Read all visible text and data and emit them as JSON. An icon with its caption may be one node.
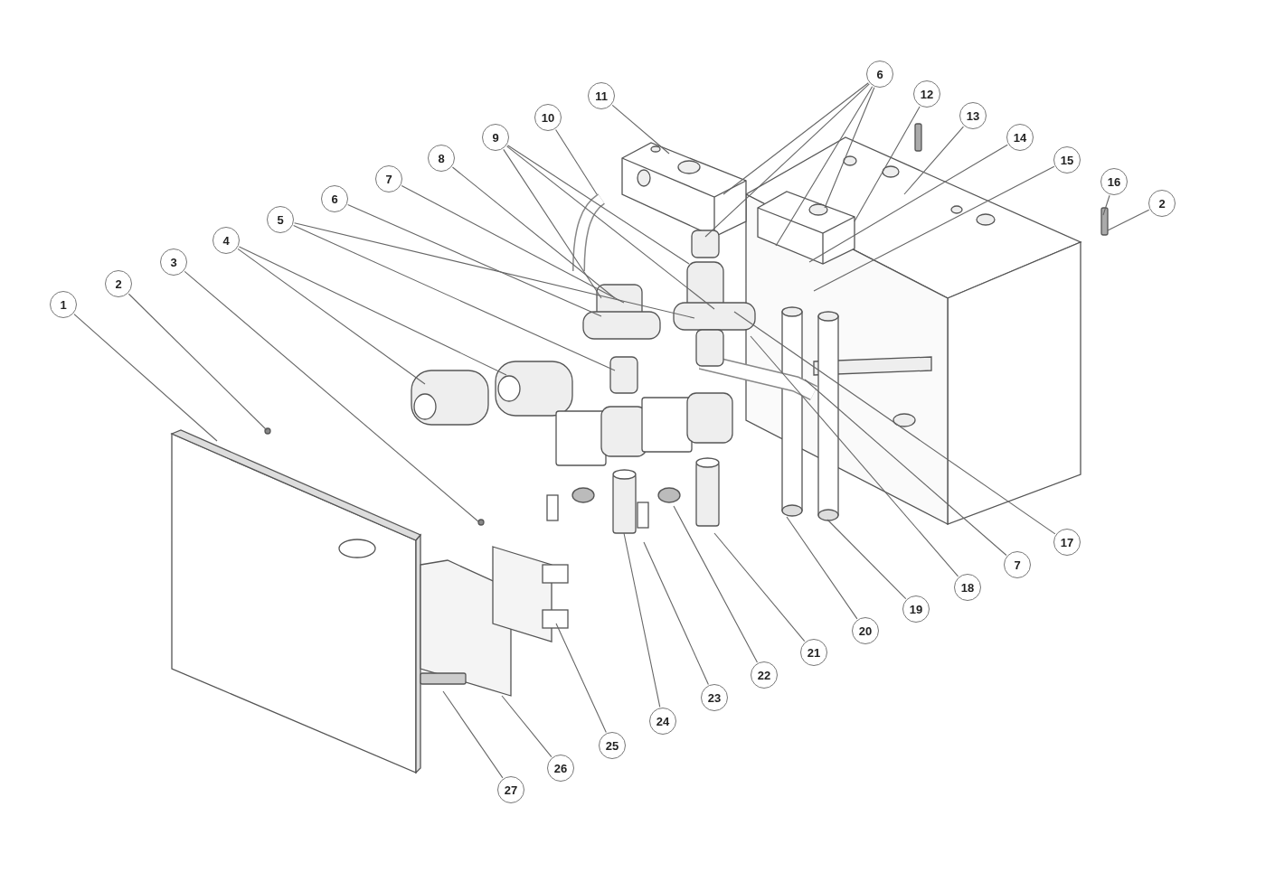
{
  "diagram": {
    "nodes": [
      {
        "text": [
          "1"
        ]
      },
      {
        "text": [
          "2"
        ]
      },
      {
        "text": [
          "3"
        ]
      },
      {
        "text": [
          "4"
        ]
      },
      {
        "text": [
          "5"
        ]
      },
      {
        "text": [
          "6"
        ]
      },
      {
        "text": [
          "7"
        ]
      },
      {
        "text": [
          "8"
        ]
      },
      {
        "text": [
          "9"
        ]
      },
      {
        "text": [
          "10"
        ]
      },
      {
        "text": [
          "11"
        ]
      },
      {
        "text": [
          "6"
        ]
      },
      {
        "text": [
          "12"
        ]
      },
      {
        "text": [
          "13"
        ]
      },
      {
        "text": [
          "14"
        ]
      },
      {
        "text": [
          "15"
        ]
      },
      {
        "text": [
          "16"
        ]
      },
      {
        "text": [
          "2"
        ]
      },
      {
        "text": [
          "17"
        ]
      },
      {
        "text": [
          "7"
        ]
      },
      {
        "text": [
          "18"
        ]
      },
      {
        "text": [
          "19"
        ]
      },
      {
        "text": [
          "20"
        ]
      },
      {
        "text": [
          "21"
        ]
      },
      {
        "text": [
          "22"
        ]
      },
      {
        "text": [
          "23"
        ]
      },
      {
        "text": [
          "24"
        ]
      },
      {
        "text": [
          "25"
        ]
      },
      {
        "text": [
          "26"
        ]
      },
      {
        "text": [
          "27"
        ]
      }
    ],
    "edges": [
      {
        "from": 0,
        "to": null,
        "arrow": "none"
      },
      {
        "from": 1,
        "to": null,
        "arrow": "none"
      },
      {
        "from": 2,
        "to": null,
        "arrow": "none"
      },
      {
        "from": 3,
        "to": null,
        "arrow": "none"
      },
      {
        "from": 3,
        "to": null,
        "arrow": "none"
      },
      {
        "from": 4,
        "to": null,
        "arrow": "none"
      },
      {
        "from": 4,
        "to": null,
        "arrow": "none"
      },
      {
        "from": 5,
        "to": null,
        "arrow": "none"
      },
      {
        "from": 6,
        "to": null,
        "arrow": "none"
      },
      {
        "from": 7,
        "to": null,
        "arrow": "none"
      },
      {
        "from": 8,
        "to": null,
        "arrow": "none"
      },
      {
        "from": 8,
        "to": null,
        "arrow": "none"
      },
      {
        "from": 8,
        "to": null,
        "arrow": "none"
      },
      {
        "from": 9,
        "to": null,
        "arrow": "none"
      },
      {
        "from": 10,
        "to": null,
        "arrow": "none"
      },
      {
        "from": 11,
        "to": null,
        "arrow": "none"
      },
      {
        "from": 11,
        "to": null,
        "arrow": "none"
      },
      {
        "from": 11,
        "to": null,
        "arrow": "none"
      },
      {
        "from": 11,
        "to": null,
        "arrow": "none"
      },
      {
        "from": 12,
        "to": null,
        "arrow": "none"
      },
      {
        "from": 13,
        "to": null,
        "arrow": "none"
      },
      {
        "from": 14,
        "to": null,
        "arrow": "none"
      },
      {
        "from": 15,
        "to": null,
        "arrow": "none"
      },
      {
        "from": 16,
        "to": null,
        "arrow": "none"
      },
      {
        "from": 17,
        "to": null,
        "arrow": "none"
      },
      {
        "from": 18,
        "to": null,
        "arrow": "none"
      },
      {
        "from": 19,
        "to": null,
        "arrow": "none"
      },
      {
        "from": 20,
        "to": null,
        "arrow": "none"
      },
      {
        "from": 21,
        "to": null,
        "arrow": "none"
      },
      {
        "from": 22,
        "to": null,
        "arrow": "none"
      },
      {
        "from": 23,
        "to": null,
        "arrow": "none"
      },
      {
        "from": 24,
        "to": null,
        "arrow": "none"
      },
      {
        "from": 25,
        "to": null,
        "arrow": "none"
      },
      {
        "from": 26,
        "to": null,
        "arrow": "none"
      },
      {
        "from": 27,
        "to": null,
        "arrow": "none"
      },
      {
        "from": 28,
        "to": null,
        "arrow": "none"
      },
      {
        "from": 29,
        "to": null,
        "arrow": "none"
      }
    ]
  }
}
